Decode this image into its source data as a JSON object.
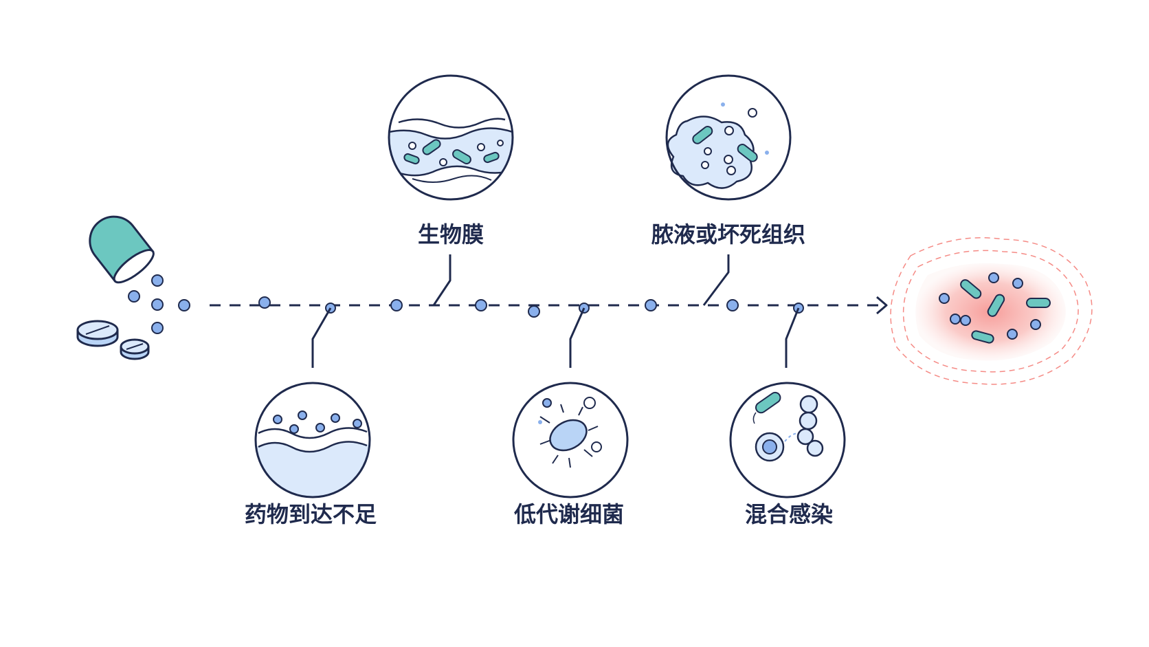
{
  "colors": {
    "ink": "#1f2a4d",
    "dot": "#8ab0ec",
    "fluid": "#dbe9fb",
    "teal": "#6cc7c0",
    "pathogen": "#f58a85"
  },
  "icons": {
    "start": "capsule-and-tablets-icon",
    "end": "infection-site-icon"
  },
  "nodes": [
    {
      "id": "biofilm",
      "label": "生物膜",
      "icon": "biofilm-icon"
    },
    {
      "id": "pus",
      "label": "脓液或坏死组织",
      "icon": "pus-necrotic-tissue-icon"
    },
    {
      "id": "insufficient",
      "label": "药物到达不足",
      "icon": "drug-insufficient-icon"
    },
    {
      "id": "dormant",
      "label": "低代谢细菌",
      "icon": "low-metabolism-bacteria-icon"
    },
    {
      "id": "mixed",
      "label": "混合感染",
      "icon": "mixed-infection-icon"
    }
  ]
}
